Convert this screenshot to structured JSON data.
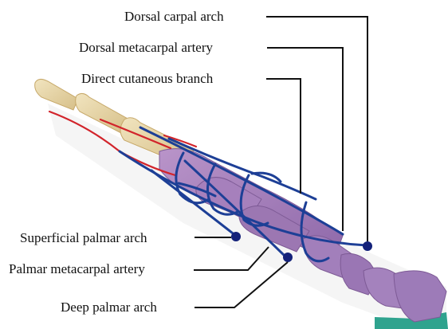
{
  "labels": {
    "dorsal_carpal_arch": "Dorsal carpal arch",
    "dorsal_metacarpal_artery": "Dorsal metacarpal artery",
    "direct_cutaneous_branch": "Direct cutaneous branch",
    "superficial_palmar_arch": "Superficial palmar arch",
    "palmar_metacarpal_artery": "Palmar metacarpal artery",
    "deep_palmar_arch": "Deep palmar arch"
  },
  "colors": {
    "bone_phalanx": "#e6d3a2",
    "bone_metacarpal": "#a77fb8",
    "bone_carpal": "#9a76b4",
    "artery_blue": "#1d3f96",
    "artery_red": "#d2242b",
    "leader_line": "#111111",
    "base_teal": "#2fa38e"
  }
}
